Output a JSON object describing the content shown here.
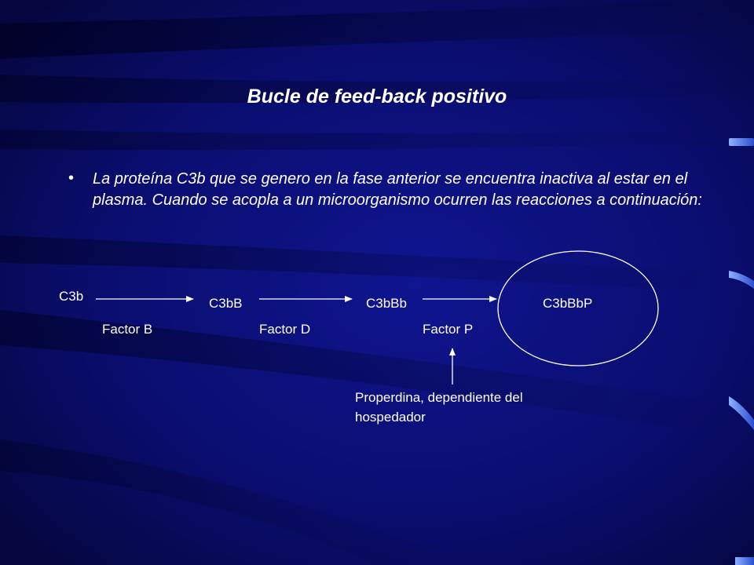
{
  "slide": {
    "title": "Bucle de feed-back positivo",
    "bullet": "La proteína C3b que se genero en la fase anterior se encuentra inactiva al estar en el plasma. Cuando se acopla a un microorganismo ocurren las reacciones a continuación:"
  },
  "diagram": {
    "nodes": {
      "c3b": "C3b",
      "c3bB": "C3bB",
      "c3bBb": "C3bBb",
      "c3bBbP": "C3bBbP"
    },
    "factors": {
      "b": "Factor B",
      "d": "Factor D",
      "p": "Factor P"
    },
    "note_line1": "Properdina, dependiente del",
    "note_line2": "hospedador"
  },
  "colors": {
    "background_dark": "#000033",
    "background_mid": "#0d1280",
    "accent_blue": "#3a66e0",
    "line_white": "#ffffff"
  }
}
